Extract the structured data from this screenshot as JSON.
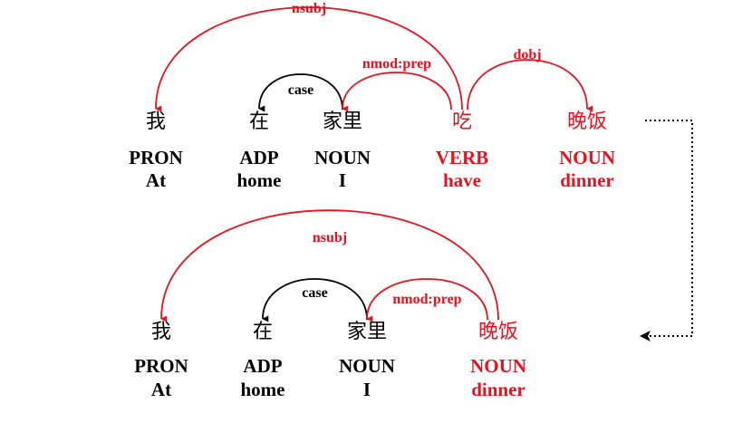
{
  "colors": {
    "normal": "#000000",
    "highlight": "#e8121e"
  },
  "top": {
    "tokens": [
      {
        "word": "我",
        "pos": "PRON",
        "gloss": "At",
        "highlight": false
      },
      {
        "word": "在",
        "pos": "ADP",
        "gloss": "home",
        "highlight": false
      },
      {
        "word": "家里",
        "pos": "NOUN",
        "gloss": "I",
        "highlight": false
      },
      {
        "word": "吃",
        "pos": "VERB",
        "gloss": "have",
        "highlight": true
      },
      {
        "word": "晚饭",
        "pos": "NOUN",
        "gloss": "dinner",
        "highlight": true
      }
    ],
    "arcs": [
      {
        "label": "nsubj",
        "head": 3,
        "dep": 0,
        "highlight": true
      },
      {
        "label": "case",
        "head": 2,
        "dep": 1,
        "highlight": false
      },
      {
        "label": "nmod:prep",
        "head": 3,
        "dep": 2,
        "highlight": true
      },
      {
        "label": "dobj",
        "head": 3,
        "dep": 4,
        "highlight": true
      }
    ]
  },
  "bottom": {
    "tokens": [
      {
        "word": "我",
        "pos": "PRON",
        "gloss": "At",
        "highlight": false
      },
      {
        "word": "在",
        "pos": "ADP",
        "gloss": "home",
        "highlight": false
      },
      {
        "word": "家里",
        "pos": "NOUN",
        "gloss": "I",
        "highlight": false
      },
      {
        "word": "晚饭",
        "pos": "NOUN",
        "gloss": "dinner",
        "highlight": true
      }
    ],
    "arcs": [
      {
        "label": "nsubj",
        "head": 3,
        "dep": 0,
        "highlight": true
      },
      {
        "label": "case",
        "head": 2,
        "dep": 1,
        "highlight": false
      },
      {
        "label": "nmod:prep",
        "head": 3,
        "dep": 2,
        "highlight": true
      }
    ]
  }
}
